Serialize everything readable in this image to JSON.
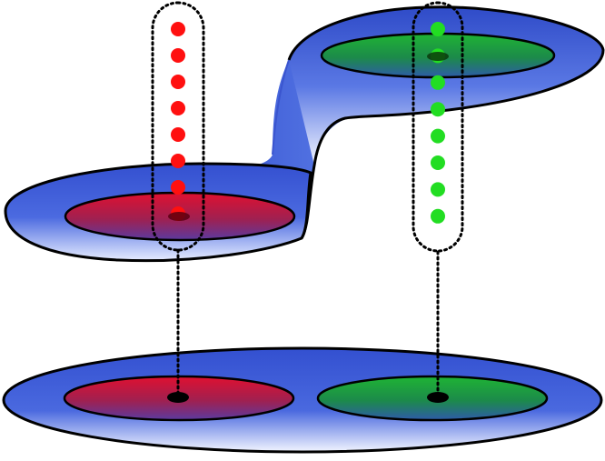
{
  "colors": {
    "surface_blue": "#3a5bd6",
    "surface_highlight": "#ffffff",
    "red_region": "#d0102a",
    "green_region": "#18a830",
    "red_dot": "#ff1010",
    "green_dot": "#22dd22",
    "outline": "#000000",
    "center_dot": "#000000"
  },
  "diagram": {
    "upper_surface": {
      "name": "upper-surface",
      "regions": [
        {
          "name": "red-region",
          "color": "red"
        },
        {
          "name": "green-region",
          "color": "green"
        }
      ]
    },
    "lower_surface": {
      "name": "lower-surface",
      "regions": [
        {
          "name": "red-region",
          "color": "red"
        },
        {
          "name": "green-region",
          "color": "green"
        }
      ]
    },
    "columns": [
      {
        "name": "red-column",
        "color": "red",
        "dot_count": 8
      },
      {
        "name": "green-column",
        "color": "green",
        "dot_count": 8
      }
    ]
  }
}
